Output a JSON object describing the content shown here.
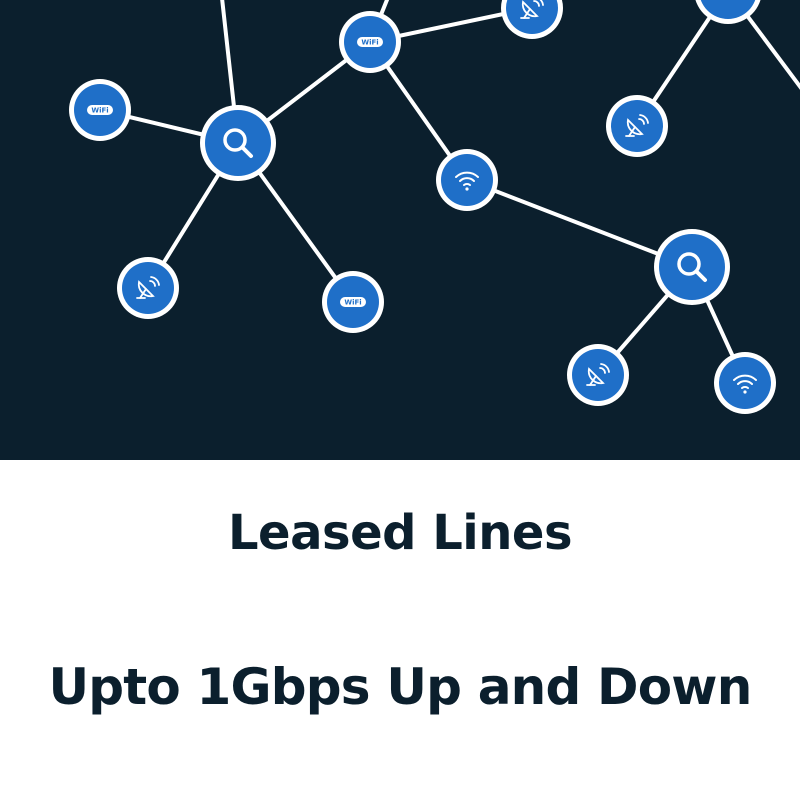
{
  "banner": {
    "title": "Leased Lines",
    "subtitle": "Upto 1Gbps Up and Down"
  },
  "network_graphic": {
    "background_color": "#0b1f2d",
    "node_color": "#1f6fc8",
    "node_ring_color": "#ffffff",
    "link_color": "#ffffff",
    "wifi_tag_label": "WiFi",
    "node_icons": [
      "wifi-tag-icon",
      "search-icon",
      "satellite-dish-icon",
      "wifi-signal-icon"
    ]
  },
  "colors": {
    "text": "#0b1f2d",
    "page_background": "#ffffff"
  }
}
